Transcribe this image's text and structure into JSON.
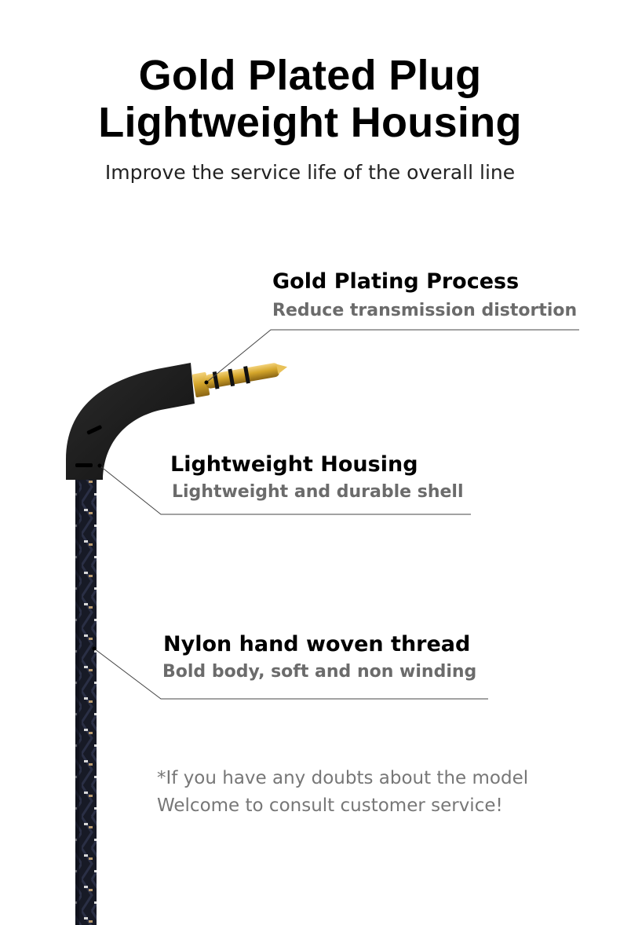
{
  "header": {
    "title_line1": "Gold Plated Plug",
    "title_line2": "Lightweight Housing",
    "subtitle": "Improve the service life of the overall line"
  },
  "features": [
    {
      "title": "Gold Plating Process",
      "description": "Reduce transmission distortion"
    },
    {
      "title": "Lightweight Housing",
      "description": "Lightweight and durable shell"
    },
    {
      "title": "Nylon hand woven thread",
      "description": "Bold body, soft and non winding"
    }
  ],
  "note": {
    "line1": "*If you have any doubts about the model",
    "line2": "Welcome to consult customer service!"
  },
  "colors": {
    "title": "#000000",
    "description": "#6b6b6b",
    "note": "#777777",
    "housing": "#1c1c1c",
    "gold": "#d4a52a",
    "cable": "#1a1d2b"
  }
}
